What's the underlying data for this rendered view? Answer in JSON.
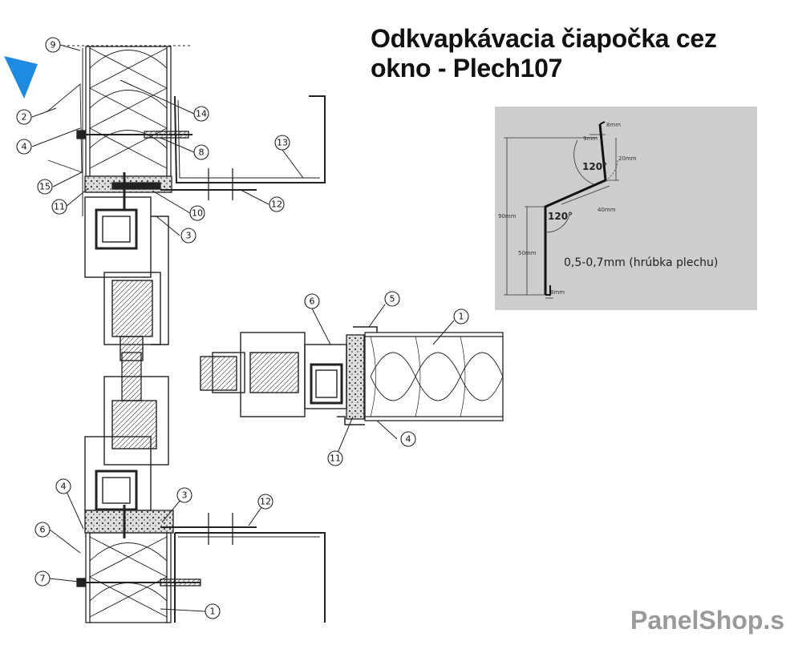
{
  "title_line1": "Odkvapkávacia čiapočka cez",
  "title_line2": "okno - Plech107",
  "brand": "PanelShop.sk",
  "callouts": {
    "c9": "9",
    "c2": "2",
    "c4a": "4",
    "c15": "15",
    "c11a": "11",
    "c14": "14",
    "c8": "8",
    "c13": "13",
    "c10": "10",
    "c12a": "12",
    "c3a": "3",
    "c6a": "6",
    "c5": "5",
    "c1a": "1",
    "c4b": "4",
    "c11b": "11",
    "c4c": "4",
    "c3b": "3",
    "c12b": "12",
    "c6b": "6",
    "c7": "7",
    "c1b": "1"
  },
  "profile": {
    "background": "#cdcdcd",
    "dim_8mm_top": "8mm",
    "dim_9mm": "9mm",
    "dim_20mm": "20mm",
    "angle_upper": "120°",
    "dim_40mm": "40mm",
    "angle_lower": "120°",
    "dim_90mm": "90mm",
    "dim_50mm": "50mm",
    "dim_8mm_bottom": "8mm",
    "thickness_note": "0,5-0,7mm (hrúbka plechu)"
  },
  "colors": {
    "line": "#222222",
    "arrow": "#1f8be0",
    "brand": "#9a9a9a"
  }
}
